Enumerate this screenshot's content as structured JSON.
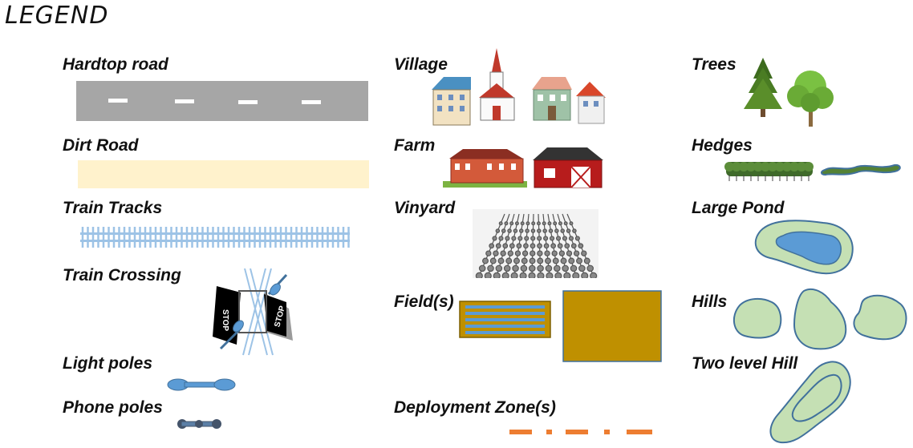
{
  "title": "LEGEND",
  "items": {
    "hardtop_road": "Hardtop road",
    "dirt_road": "Dirt Road",
    "train_tracks": "Train Tracks",
    "train_crossing": "Train Crossing",
    "light_poles": "Light poles",
    "phone_poles": "Phone poles",
    "village": "Village",
    "farm": "Farm",
    "vinyard": "Vinyard",
    "fields": "Field(s)",
    "deployment_zones": "Deployment Zone(s)",
    "trees": "Trees",
    "hedges": "Hedges",
    "large_pond": "Large Pond",
    "hills": "Hills",
    "two_level_hill": "Two level Hill"
  },
  "signs": {
    "stop": "STOP"
  },
  "colors": {
    "road": "#a6a6a6",
    "dirt": "#fff2cc",
    "track": "#9dc3e6",
    "pole": "#5b9bd5",
    "field": "#bf9000",
    "field_stripe": "#5b9bd5",
    "deploy": "#ed7d31",
    "hill_fill": "#c5e0b4",
    "hill_edge": "#41719c",
    "pond_water": "#5b9bd5"
  }
}
